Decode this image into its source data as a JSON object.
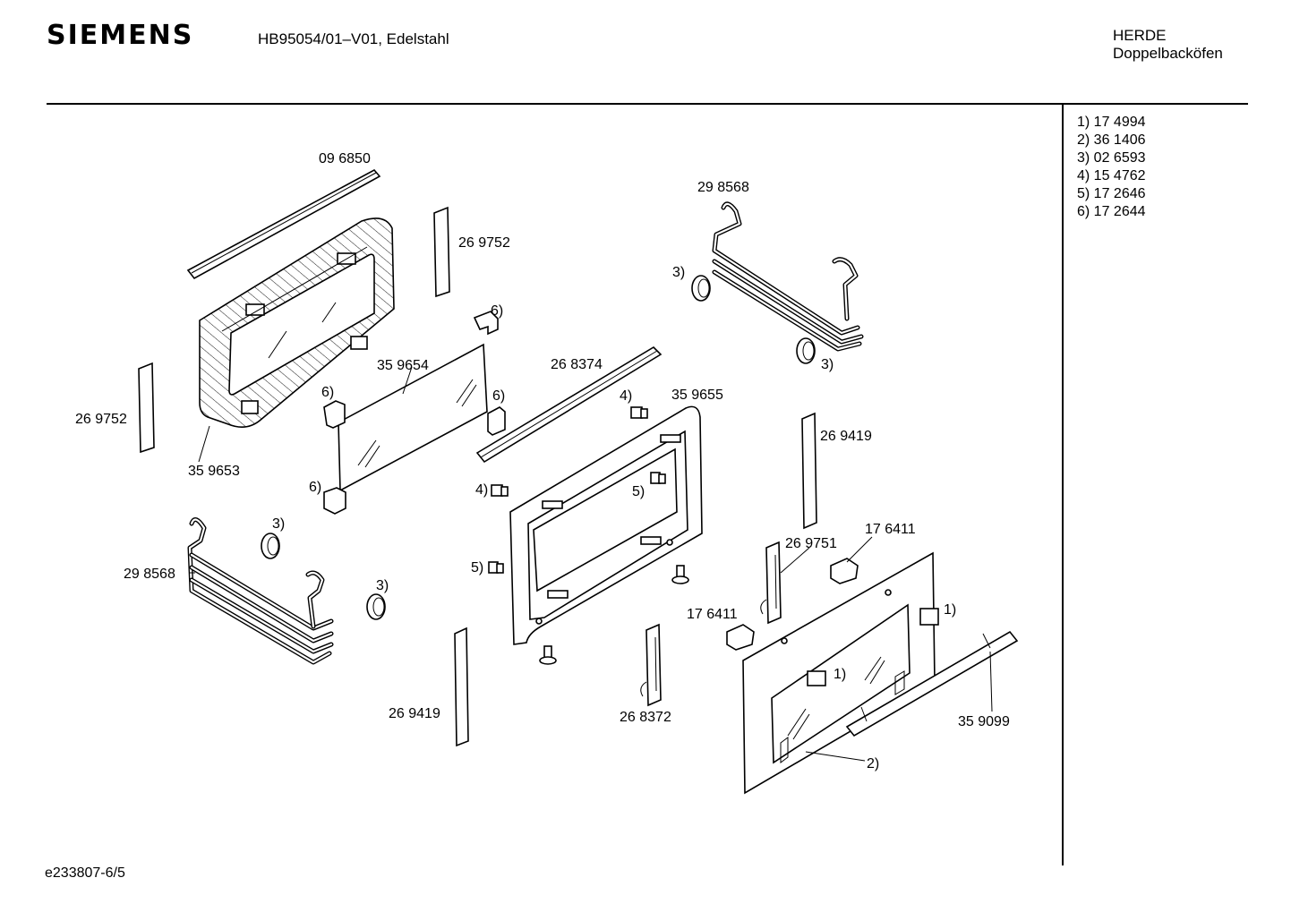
{
  "header": {
    "brand": "SIEMENS",
    "model": "HB95054/01–V01, Edelstahl",
    "category_line1": "HERDE",
    "category_line2": "Doppelbacköfen"
  },
  "legend": [
    "1)  17 4994",
    "2)  36 1406",
    "3)  02 6593",
    "4)  15 4762",
    "5)  17 2646",
    "6)  17 2644"
  ],
  "parts": {
    "p096850": "09 6850",
    "p269752_top": "26 9752",
    "p269752_left": "26 9752",
    "p359653": "35 9653",
    "p359654": "35 9654",
    "p268374": "26 8374",
    "p359655": "35 9655",
    "p298568_top": "29 8568",
    "p298568_left": "29 8568",
    "p269419_right": "26 9419",
    "p269419_bottom": "26 9419",
    "p269751": "26 9751",
    "p176411_right": "17 6411",
    "p176411_left": "17 6411",
    "p268372": "26 8372",
    "p359099": "35 9099"
  },
  "callouts": {
    "c6_a": "6)",
    "c6_b": "6)",
    "c6_c": "6)",
    "c6_d": "6)",
    "c3_a": "3)",
    "c3_b": "3)",
    "c3_c": "3)",
    "c3_d": "3)",
    "c4_a": "4)",
    "c4_b": "4)",
    "c5_a": "5)",
    "c5_b": "5)",
    "c1_a": "1)",
    "c1_b": "1)",
    "c2_a": "2)"
  },
  "footer": {
    "drawing_id": "e233807-6/5"
  }
}
